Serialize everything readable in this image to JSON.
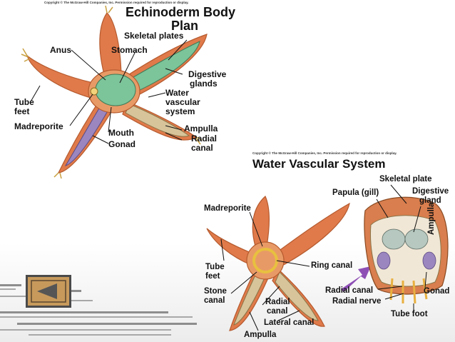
{
  "panel1": {
    "copyright": "Copyright © The McGraw-Hill Companies, Inc. Permission required for reproduction or display.",
    "title_line1": "Echinoderm Body",
    "title_line2": "Plan",
    "labels": {
      "skeletal_plates": "Skeletal plates",
      "anus": "Anus",
      "stomach": "Stomach",
      "digestive_glands_1": "Digestive",
      "digestive_glands_2": "glands",
      "water_vascular_1": "Water",
      "water_vascular_2": "vascular",
      "water_vascular_3": "system",
      "tube_feet_1": "Tube",
      "tube_feet_2": "feet",
      "madreporite": "Madreporite",
      "mouth": "Mouth",
      "gonad": "Gonad",
      "ampulla": "Ampulla",
      "radial_canal_1": "Radial",
      "radial_canal_2": "canal"
    }
  },
  "panel2": {
    "copyright": "Copyright © The McGraw-Hill Companies, Inc. Permission required for reproduction or display.",
    "title": "Water Vascular System",
    "labels": {
      "skeletal_plate": "Skeletal plate",
      "papula": "Papula (gill)",
      "digestive_gland_1": "Digestive",
      "digestive_gland_2": "gland",
      "ampulla_vertical": "Ampulla",
      "madreporite": "Madreporite",
      "tube_feet_1": "Tube",
      "tube_feet_2": "feet",
      "ring_canal": "Ring canal",
      "stone_canal_1": "Stone",
      "stone_canal_2": "canal",
      "radial_canal_1": "Radial",
      "radial_canal_2": "canal",
      "radial_canal_cs": "Radial canal",
      "radial_nerve": "Radial nerve",
      "gonad": "Gonad",
      "lateral_canal": "Lateral canal",
      "tube_foot": "Tube foot",
      "ampulla": "Ampulla"
    }
  },
  "navigation": {
    "back_icon": "left-triangle-icon"
  },
  "colors": {
    "arm_orange": "#e07a4a",
    "arm_dark": "#b55a2e",
    "digestive_green": "#7cc49a",
    "gonad_purple": "#9b86c0",
    "ambulacral_tan": "#d8c49a",
    "button_tan": "#c79a5c",
    "button_arrow": "#555555"
  }
}
